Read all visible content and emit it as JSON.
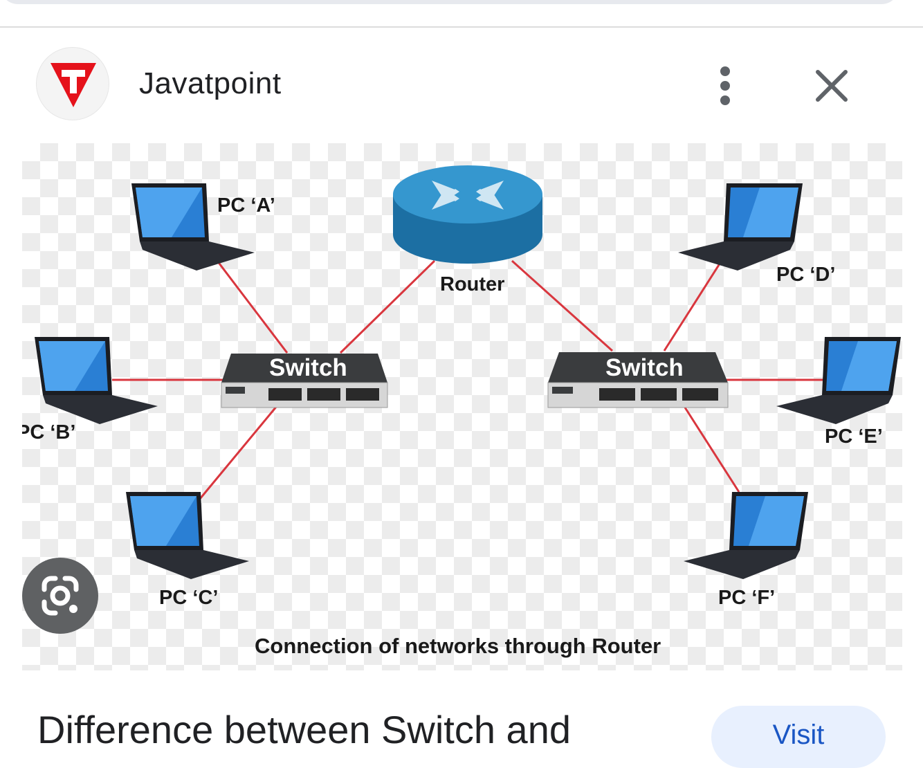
{
  "source": {
    "name": "Javatpoint",
    "logo_letter": "T"
  },
  "header": {
    "menu_icon": "more-vert-icon",
    "close_icon": "close-icon"
  },
  "diagram": {
    "router_label": "Router",
    "switch_left_label": "Switch",
    "switch_right_label": "Switch",
    "pc_labels": [
      "PC ‘A’",
      "PC ‘B’",
      "PC ‘C’",
      "PC ‘D’",
      "PC ‘E’",
      "PC ‘F’"
    ],
    "caption": "Connection of networks through Router",
    "link_color": "#d9363e"
  },
  "lens": {
    "icon": "google-lens-icon"
  },
  "result": {
    "title": "Difference between Switch and",
    "visit_label": "Visit"
  },
  "colors": {
    "logo_red": "#e5121b",
    "router_blue": "#2a8cc2",
    "switch_dark": "#3a3c3e"
  }
}
